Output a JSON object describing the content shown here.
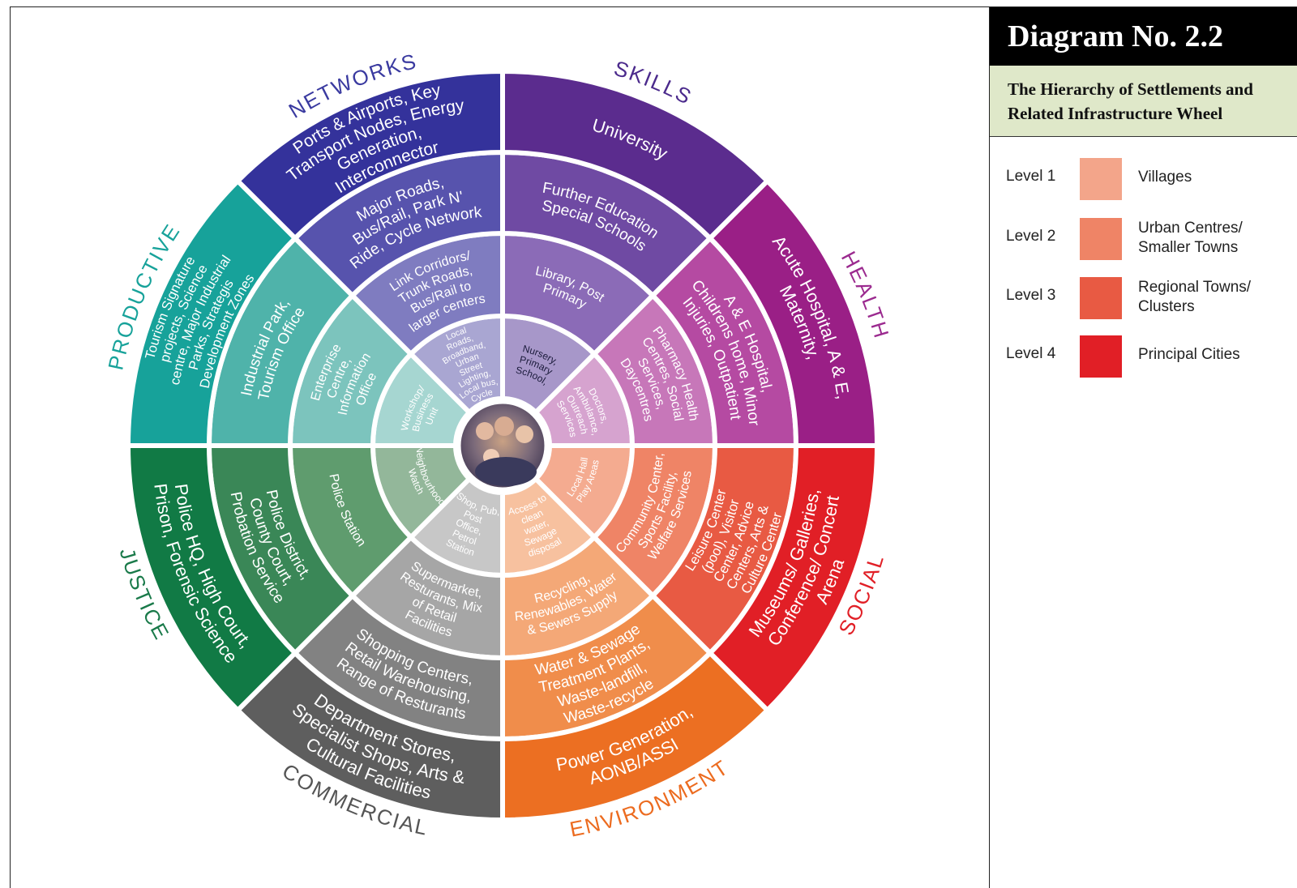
{
  "panel": {
    "title": "Diagram No. 2.2",
    "subtitle_line1": "The Hierarchy of Settlements and",
    "subtitle_line2": "Related Infrastructure Wheel"
  },
  "legend": [
    {
      "level": "Level 1",
      "label_line1": "Villages",
      "label_line2": "",
      "color": "#f3a58a"
    },
    {
      "level": "Level 2",
      "label_line1": "Urban Centres/",
      "label_line2": "Smaller Towns",
      "color": "#ef8466"
    },
    {
      "level": "Level 3",
      "label_line1": "Regional Towns/",
      "label_line2": "Clusters",
      "color": "#e85a43"
    },
    {
      "level": "Level 4",
      "label_line1": "Principal Cities",
      "label_line2": "",
      "color": "#e11f26"
    }
  ],
  "wheel": {
    "center_image": "family-photo",
    "sectors": [
      {
        "name": "SKILLS",
        "label_color": "#4b2a8c",
        "colors": [
          "#a797c9",
          "#8b6bb7",
          "#6f4aa3",
          "#5b2c8e"
        ],
        "rings": [
          "Nursery, Primary School,",
          "Library, Post Primary",
          "Further Education Special Schools",
          "University"
        ]
      },
      {
        "name": "HEALTH",
        "label_color": "#9b2a8f",
        "colors": [
          "#d6a3cf",
          "#c777b9",
          "#b54aa2",
          "#9a1f86"
        ],
        "rings": [
          "Doctors, Ambulance, Outreach Services",
          "Pharmacy Health Centres, Social Services, Daycentres",
          "A & E Hospital, Childrens home, Minor Injuries, Outpatient",
          "Acute Hospital, A & E, Maternity,"
        ]
      },
      {
        "name": "SOCIAL",
        "label_color": "#e11f26",
        "colors": [
          "#f4ab90",
          "#ef8466",
          "#e85a43",
          "#e11f26"
        ],
        "rings": [
          "Local Hall Play Areas",
          "Community Center, Sports Facility, Welfare Services",
          "Leisure Center (pool), Visitor Center, Advice Centers, Arts & Culture Center",
          "Museums/ Galleries, Conference/ Concert Arena"
        ]
      },
      {
        "name": "ENVIRONMENT",
        "label_color": "#ec6b1f",
        "colors": [
          "#f7c19f",
          "#f4a877",
          "#f08d4b",
          "#ec6f22"
        ],
        "rings": [
          "Access to clean water, Sewage disposal",
          "Recycling, Renewables, Water & Sewers Supply",
          "Water & Sewage Treatment Plants, Waste-landfill, Waste-recycle",
          "Power Generation, AONB/ASSI"
        ]
      },
      {
        "name": "COMMERCIAL",
        "label_color": "#555555",
        "colors": [
          "#c7c7c7",
          "#a6a6a6",
          "#828282",
          "#5e5e5e"
        ],
        "rings": [
          "Shop, Pub, Post Office, Petrol Station",
          "Supermarket, Resturants, Mix of Retail Facilities",
          "Shopping Centers, Retail Warehousing, Range of Resturants",
          "Department Stores, Specialist Shops, Arts & Cultural Facilities"
        ]
      },
      {
        "name": "JUSTICE",
        "label_color": "#1a7a4a",
        "colors": [
          "#93b79a",
          "#5f9c6e",
          "#3a8757",
          "#117a45"
        ],
        "rings": [
          "Neighbourhood Watch",
          "Police Station",
          "Police District, County Court, Probation Service",
          "Police HQ, High Court, Prison, Forensic Science"
        ]
      },
      {
        "name": "PRODUCTIVE",
        "label_color": "#17a29a",
        "colors": [
          "#a6d6d1",
          "#7cc4bd",
          "#4fb3aa",
          "#17a29a"
        ],
        "rings": [
          "Workshop/ Business Unit",
          "Enterprise Centre, Information Office",
          "Industrial Park, Tourism Office",
          "Tourism Signature projects, Science centre, Major Industrial Parks, Strategis Development Zones"
        ]
      },
      {
        "name": "NETWORKS",
        "label_color": "#3a3aa0",
        "colors": [
          "#a9a6d2",
          "#7f7cc0",
          "#5753ad",
          "#34329b"
        ],
        "rings": [
          "Local Roads, Broadband, Urban Street Lighting, Local bus, Cycle",
          "Link Corridors/ Trunk Roads, Bus/Rail to larger centers",
          "Major Roads, Bus/Rail, Park N' Ride, Cycle Network",
          "Ports & Airports, Key Transport Nodes, Energy Generation, Interconnector"
        ]
      }
    ]
  }
}
